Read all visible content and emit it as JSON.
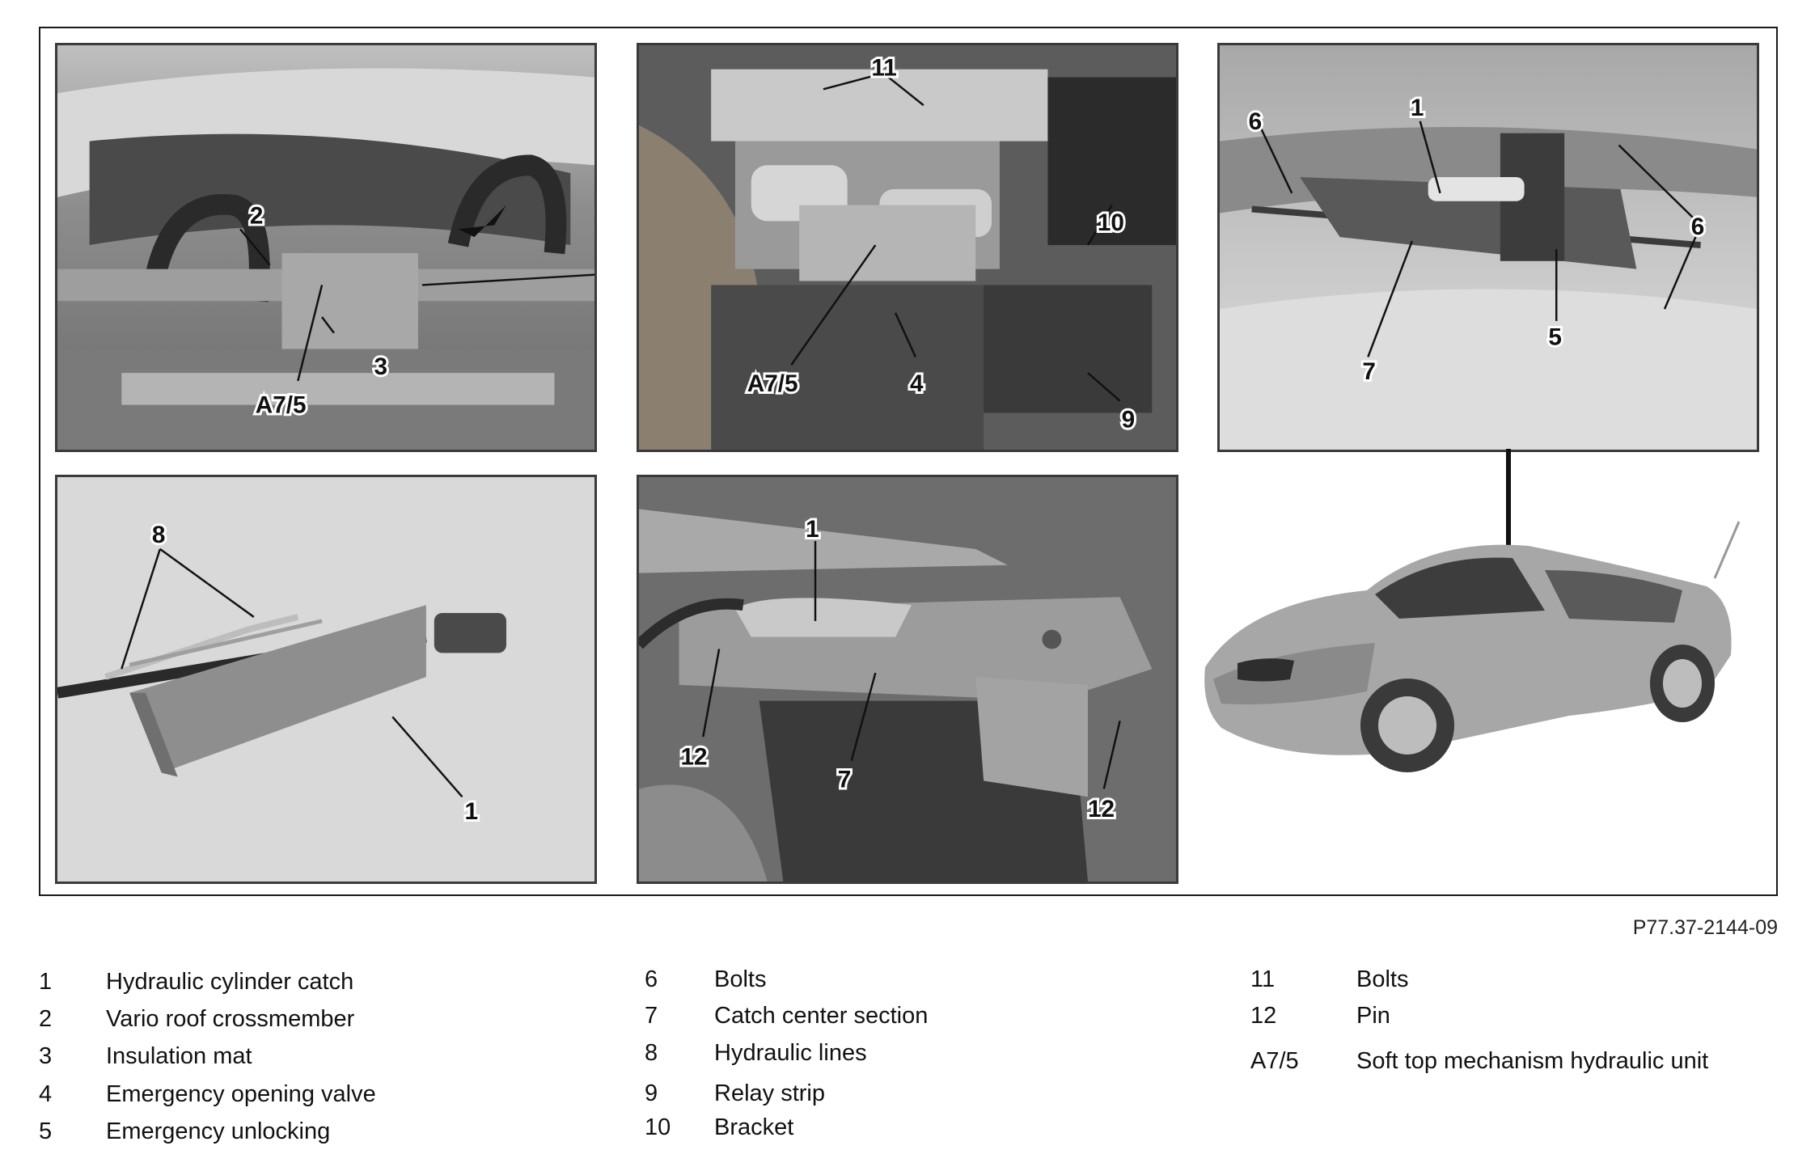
{
  "figure_id": "P77.37-2144-09",
  "panels": {
    "top_left": {
      "labels": [
        "2",
        "3",
        "A7/5"
      ]
    },
    "top_middle": {
      "labels": [
        "11",
        "10",
        "A7/5",
        "4",
        "9"
      ]
    },
    "top_right": {
      "labels": [
        "6",
        "1",
        "6",
        "5",
        "7"
      ]
    },
    "bottom_left": {
      "labels": [
        "8",
        "1"
      ]
    },
    "bottom_middle": {
      "labels": [
        "1",
        "12",
        "7",
        "12"
      ]
    }
  },
  "legend": {
    "col1": [
      {
        "num": "1",
        "desc": "Hydraulic cylinder catch"
      },
      {
        "num": "2",
        "desc": "Vario roof crossmember"
      },
      {
        "num": "3",
        "desc": "Insulation mat"
      },
      {
        "num": "4",
        "desc": "Emergency opening valve"
      },
      {
        "num": "5",
        "desc": "Emergency unlocking"
      }
    ],
    "col2": [
      {
        "num": "6",
        "desc": "Bolts"
      },
      {
        "num": "7",
        "desc": "Catch center section"
      },
      {
        "num": "8",
        "desc": "Hydraulic lines"
      },
      {
        "num": "9",
        "desc": "Relay strip"
      },
      {
        "num": "10",
        "desc": "Bracket"
      }
    ],
    "col3": [
      {
        "num": "11",
        "desc": "Bolts"
      },
      {
        "num": "12",
        "desc": "Pin"
      },
      {
        "num": "A7/5",
        "desc": "Soft top mechanism hydraulic unit"
      }
    ]
  }
}
